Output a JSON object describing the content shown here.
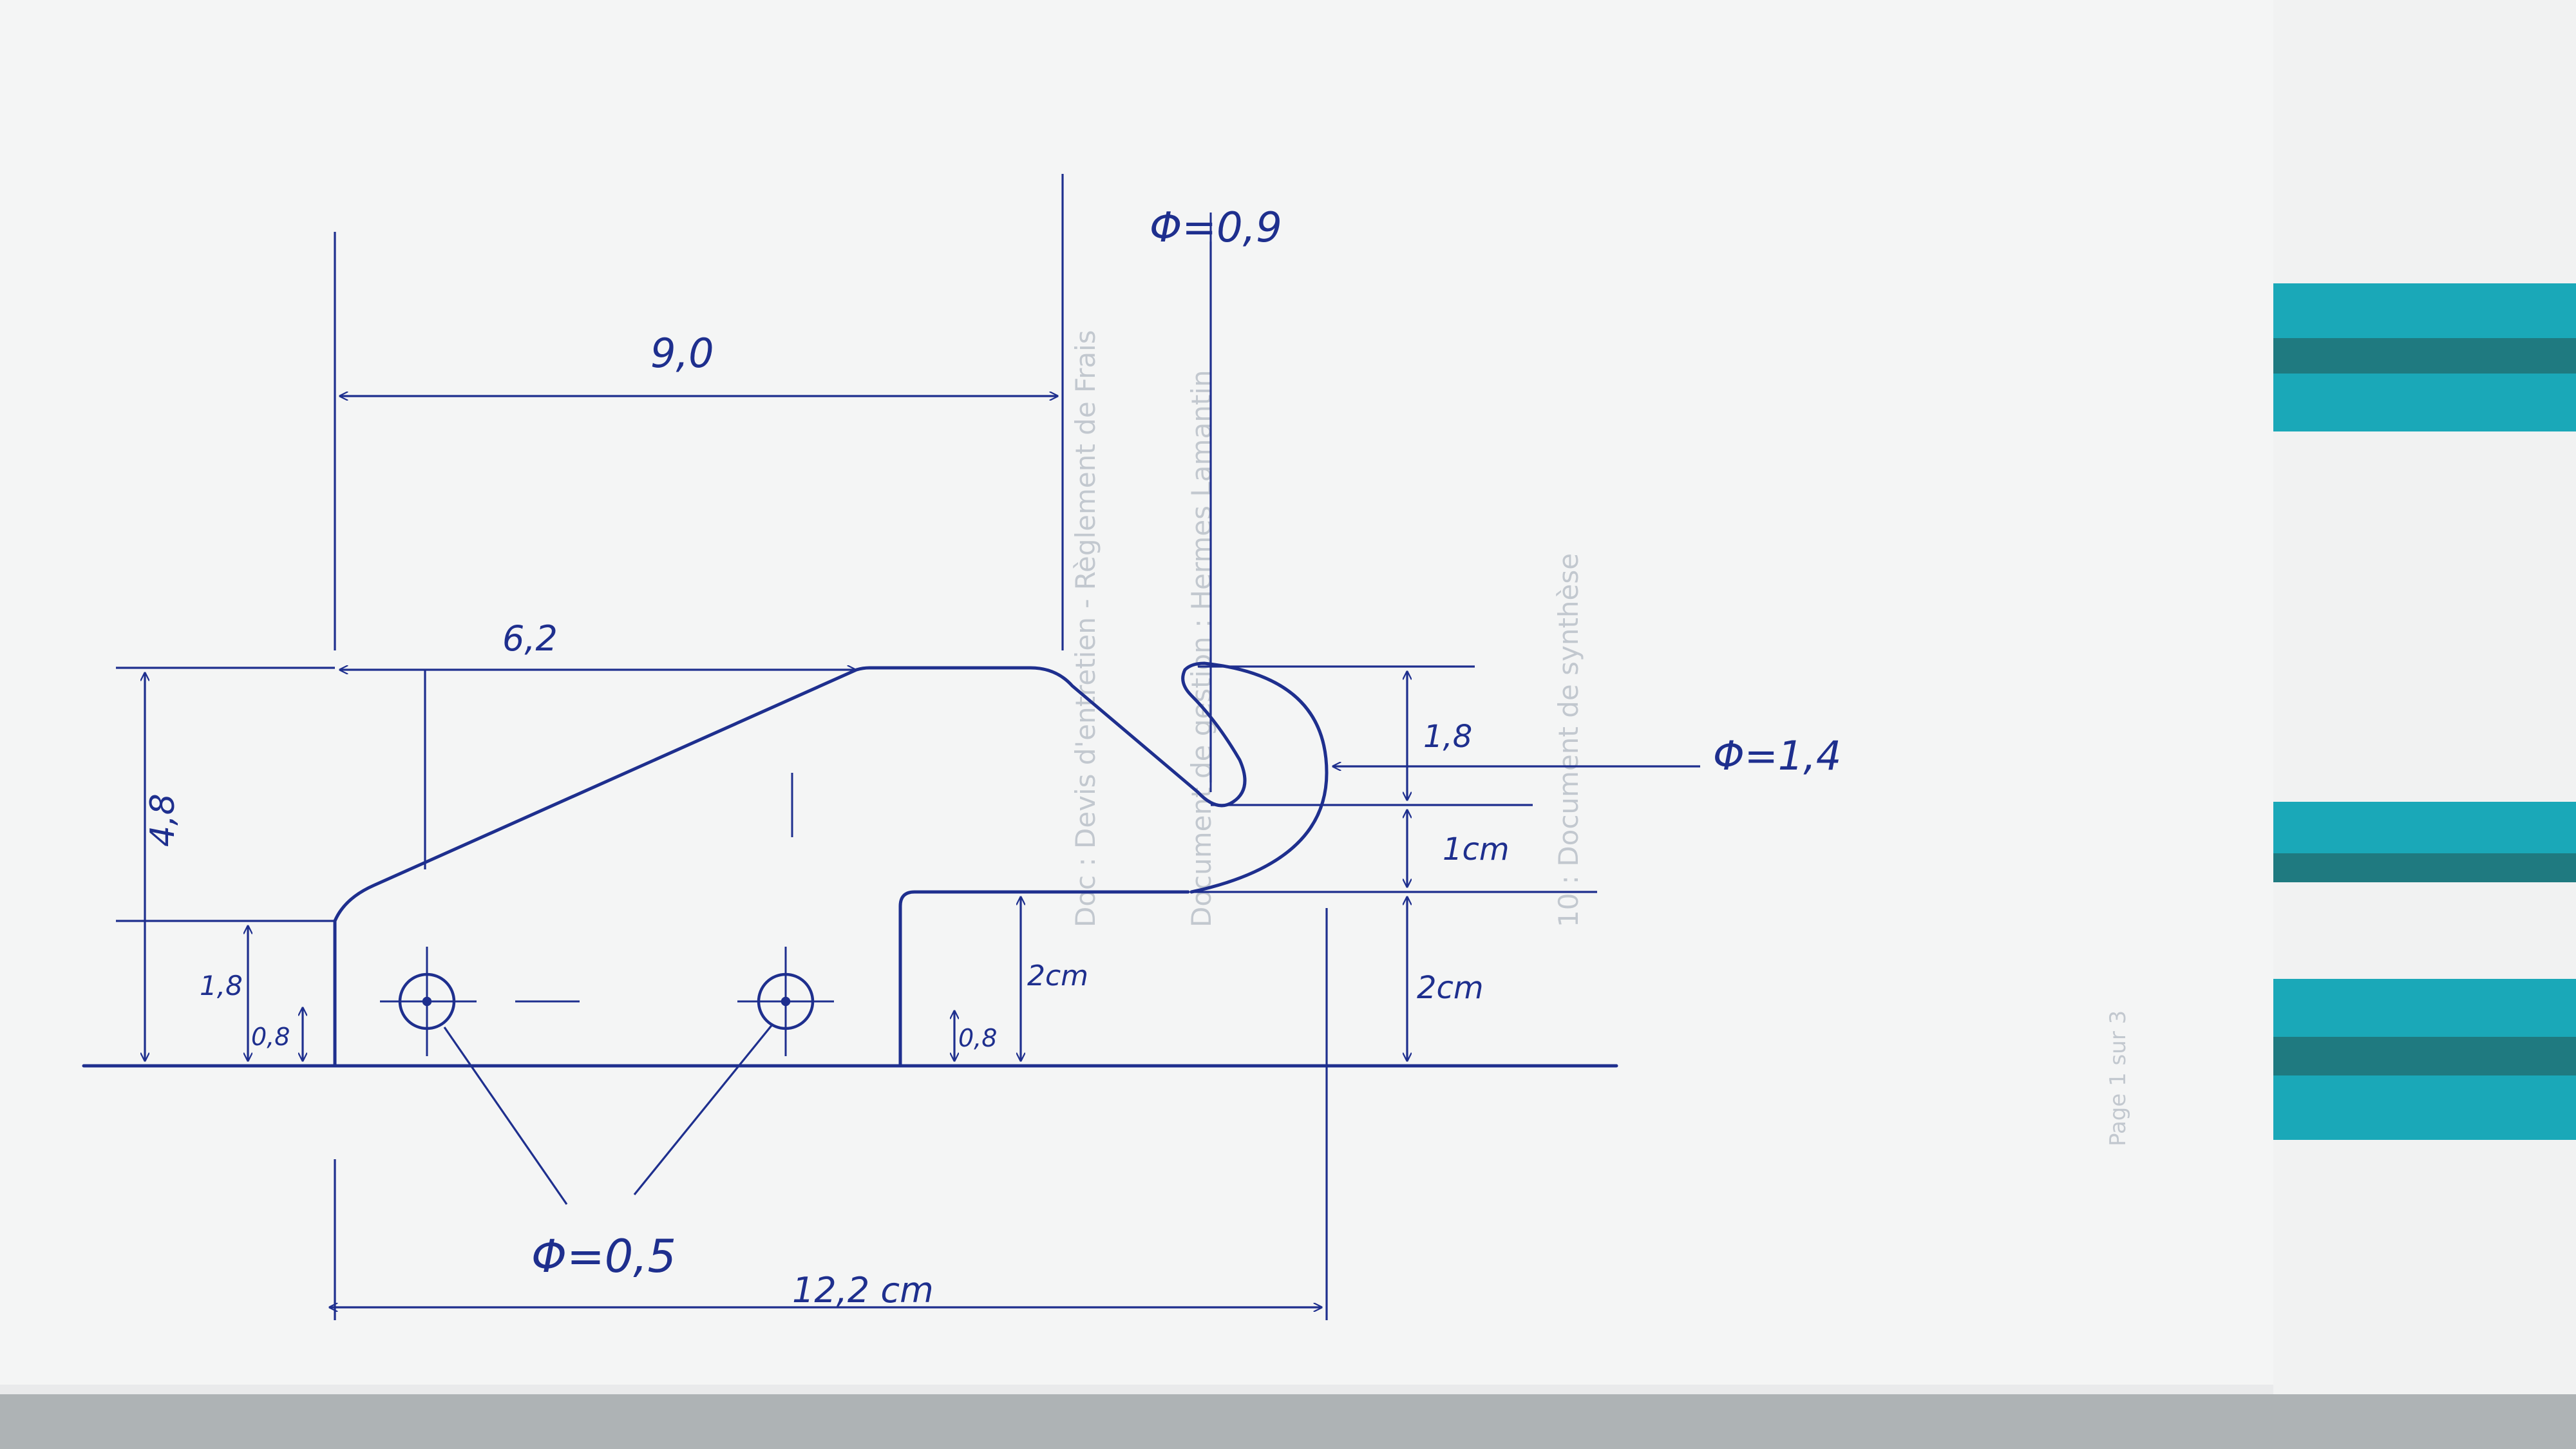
{
  "drawing": {
    "dimensions": {
      "overall_length": "12,2 cm",
      "slope_length": "6,2",
      "slot_depth": "9,0",
      "total_height": "4,8",
      "foot_height": "1,8",
      "hole_offset_left": "0,8",
      "hole_offset_right": "0,8",
      "tab_height": "2cm",
      "notch_upper": "1,8",
      "notch_middle": "1cm",
      "notch_lower": "2cm"
    },
    "callouts": {
      "small_holes": "Φ=0,5",
      "hook_hole": "Φ=1,4",
      "slot_hole": "Φ=0,9"
    }
  },
  "colors": {
    "ink": "#1e2f8e",
    "paper": "#f4f5f5",
    "bleed_through_text": "#9aa3b0",
    "stripe_teal": "#1aa8b8",
    "stripe_dark_teal": "#1f7a80"
  },
  "background_doc": {
    "lines": [
      "Doc : Devis d'entretien - Règlement de Frais",
      "Document de gestion : Hermes Lamantin",
      "10 : Document de synthèse",
      "Page 1 sur 3"
    ]
  }
}
